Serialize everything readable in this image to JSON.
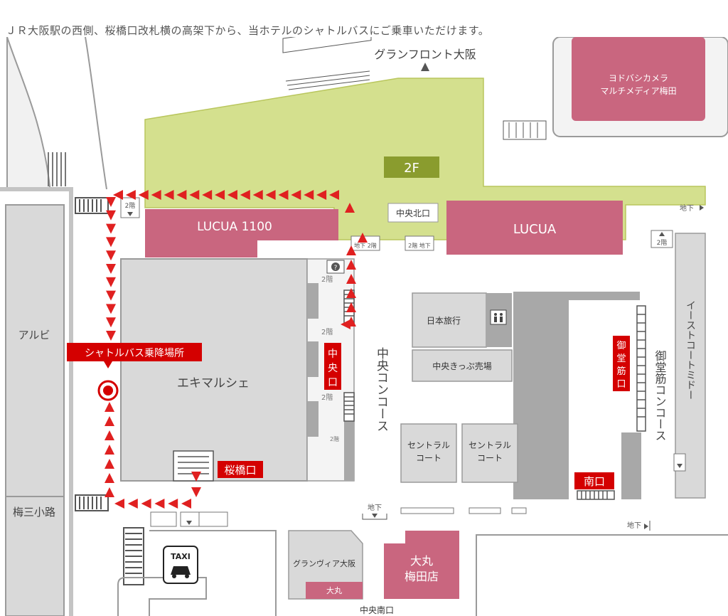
{
  "caption": "ＪＲ大阪駅の西側、桜橋口改札横の高架下から、当ホテルのシャトルバスにご乗車いただけます。",
  "map": {
    "labels": {
      "grand_front": "グランフロント大阪",
      "yodobashi_line1": "ヨドバシカメラ",
      "yodobashi_line2": "マルチメディア梅田",
      "floor_2f": "2F",
      "lucua1100": "LUCUA 1100",
      "chuo_kitaguchi": "中央北口",
      "lucua": "LUCUA",
      "albi": "アルビ",
      "shuttle_stop": "シャトルバス乗降場所",
      "ekimarche": "エキマルシェ",
      "chuoguchi": "中央口",
      "chuo_concourse": "中央コンコース",
      "nihon_ryoko": "日本旅行",
      "chuo_kippu": "中央きっぷ売場",
      "midosuji_guchi": "御堂筋口",
      "midosuji_concourse": "御堂筋コンコース",
      "east_court": "イーストコートミドー",
      "central_court_1": "セントラル\nコート",
      "central_court_2": "セントラル\nコート",
      "sakurabashi_guchi": "桜橋口",
      "minami_guchi": "南口",
      "umesan_koji": "梅三小路",
      "taxi": "TAXI",
      "granvia": "グランヴィア大阪",
      "daimaru_small": "大丸",
      "daimaru_line1": "大丸",
      "daimaru_line2": "梅田店",
      "chuo_minamiguchi": "中央南口"
    },
    "floor_markers": {
      "nikai": "2階",
      "chika": "地下",
      "chika_nikai": "地下 2階",
      "nikai_chika": "2階 地下"
    },
    "colors": {
      "building_pink": "#c9667f",
      "concourse_green": "#d4e08e",
      "building_gray": "#d9d9d9",
      "dark_gray": "#a8a8a8",
      "route_red": "#e02020",
      "label_red": "#d40000"
    },
    "icons": [
      "information-icon",
      "restroom-icon",
      "taxi-icon",
      "bus-stop-pin-icon"
    ]
  }
}
